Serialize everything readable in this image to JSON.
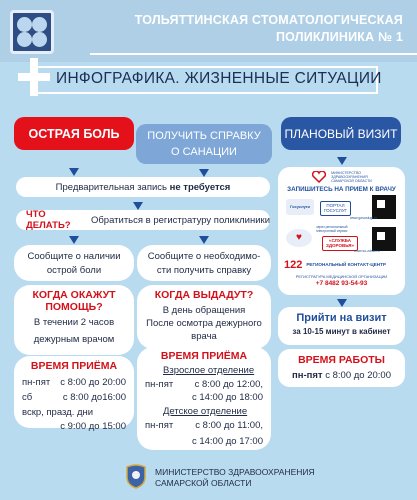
{
  "header": {
    "title_line1": "ТОЛЬЯТТИНСКАЯ СТОМАТОЛОГИЧЕСКАЯ",
    "title_line2": "ПОЛИКЛИНИКА № 1"
  },
  "infographic_title": "ИНФОГРАФИКА. ЖИЗНЕННЫЕ СИТУАЦИИ",
  "categories": {
    "acute": "ОСТРАЯ БОЛЬ",
    "certificate_line1": "ПОЛУЧИТЬ СПРАВКУ",
    "certificate_line2": "О САНАЦИИ",
    "planned": "ПЛАНОВЫЙ ВИЗИТ"
  },
  "preregistration": {
    "prefix": "Предварительная запись ",
    "bold": "не требуется"
  },
  "what_to_do": {
    "label": "ЧТО ДЕЛАТЬ?",
    "text": " Обратиться в регистратуру поликлиники"
  },
  "acute_card": {
    "line1": "Сообщите о наличии",
    "line2": "острой боли",
    "help_title_line1": "КОГДА ОКАЖУТ",
    "help_title_line2": "ПОМОЩЬ?",
    "help_line1": "В течении 2 часов",
    "help_line2": "дежурным врачом",
    "hours_title": "ВРЕМЯ ПРИЁМА",
    "rows": [
      {
        "day": "пн-пят",
        "time": "с 8:00 до 20:00"
      },
      {
        "day": "сб",
        "time": "с 8:00 до16:00"
      }
    ],
    "holiday_line": "вскр, празд. дни",
    "holiday_time": "с 9:00 до 15:00"
  },
  "certificate_card": {
    "line1": "Сообщите о необходимо-",
    "line2": "сти получить справку",
    "issue_title": "КОГДА ВЫДАДУТ?",
    "issue_line1": "В день обращения",
    "issue_line2": "После осмотра дежурного",
    "issue_line3": "врача",
    "hours_title": "ВРЕМЯ ПРИЁМА",
    "adult_label": "Взрослое отделение",
    "adult_row1_day": "пн-пят",
    "adult_row1_time": "с 8:00 до 12:00,",
    "adult_row2_time": "с 14:00 до 18:00",
    "child_label": "Детское отделение",
    "child_row1_day": "пн-пят",
    "child_row1_time": "с 8:00 до 11:00,",
    "child_row2_time": "с 14:00 до 17:00"
  },
  "planned": {
    "ministry_small_line1": "МИНИСТЕРСТВО",
    "ministry_small_line2": "ЗДРАВООХРАНЕНИЯ",
    "ministry_small_line3": "САМАРСКОЙ ОБЛАСТИ",
    "signup_title": "ЗАПИШИТЕСЬ НА ПРИЕМ К ВРАЧУ",
    "gosuslugi_label_line1": "ПОРТАЛ",
    "gosuslugi_label_line2": "ГОСУСЛУГ",
    "gosuslugi_url": "www.gosuslugi.ru",
    "service_note": "через региональный электронный сервис",
    "service_label_line1": "«СЛУЖБА",
    "service_label_line2": "ЗДОРОВЬЯ»",
    "service_url": "www.so-zdrav.ru",
    "contact_number": "122",
    "contact_label": "РЕГИОНАЛЬНЫЙ КОНТАКТ-ЦЕНТР",
    "registry_label": "РЕГИСТРАТУРА МЕДИЦИНСКОЙ ОРГАНИЗАЦИИ",
    "phone": "+7 8482 93-54-93",
    "arrive_title": "Прийти на визит",
    "arrive_text": "за 10-15 минут в кабинет",
    "work_title": "ВРЕМЯ РАБОТЫ",
    "work_day": "пн-пят",
    "work_time": "с 8:00 до 20:00"
  },
  "footer": {
    "line1": "МИНИСТЕРСТВО ЗДРАВООХРАНЕНИЯ",
    "line2": "САМАРСКОЙ ОБЛАСТИ"
  },
  "colors": {
    "background": "#b9dbef",
    "red": "#e4101a",
    "dark_blue": "#2a57a4",
    "light_blue": "#7ea7d8"
  }
}
